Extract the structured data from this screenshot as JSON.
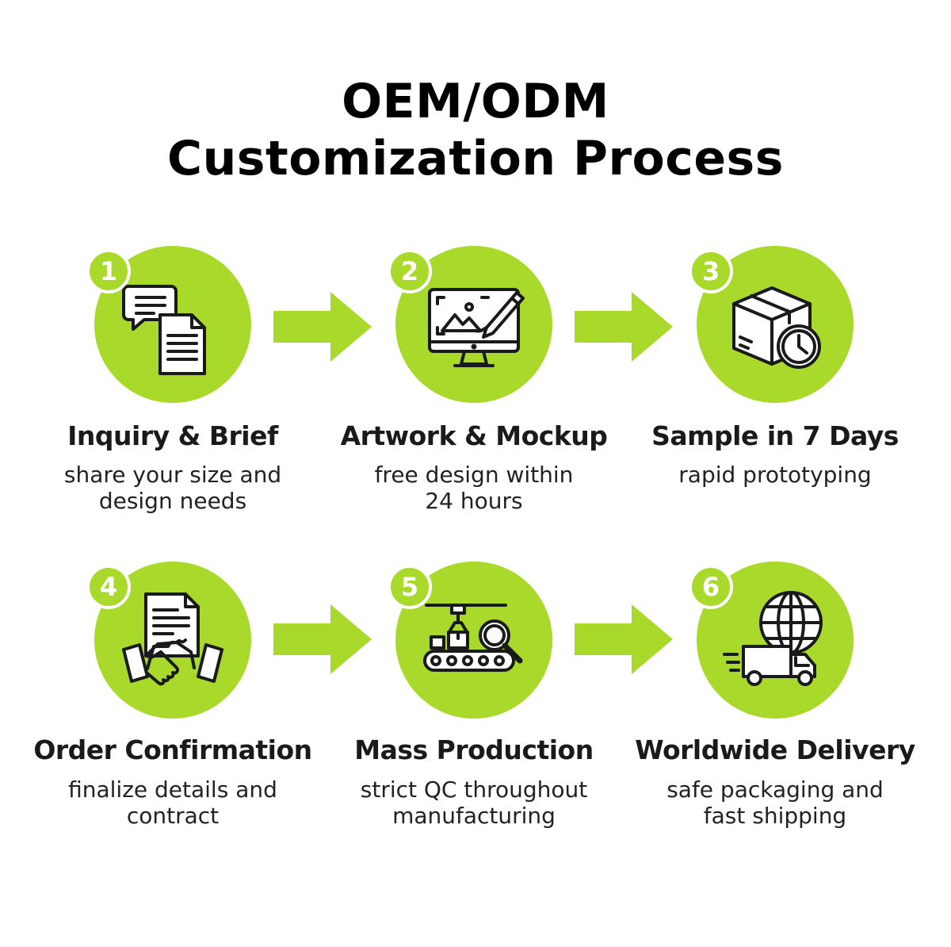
{
  "title_line1": "OEM/ODM",
  "title_line2": "Customization Process",
  "accent_color": "#a9d92b",
  "steps": [
    {
      "number": "1",
      "title": "Inquiry & Brief",
      "desc_line1": "share your size and",
      "desc_line2": "design needs",
      "icon": "chat-document-icon"
    },
    {
      "number": "2",
      "title": "Artwork & Mockup",
      "desc_line1": "free design within",
      "desc_line2": "24 hours",
      "icon": "monitor-design-icon"
    },
    {
      "number": "3",
      "title": "Sample in 7 Days",
      "desc_line1": "rapid prototyping",
      "desc_line2": "",
      "icon": "box-clock-icon"
    },
    {
      "number": "4",
      "title": "Order Confirmation",
      "desc_line1": "finalize details and",
      "desc_line2": "contract",
      "icon": "contract-handshake-icon"
    },
    {
      "number": "5",
      "title": "Mass Production",
      "desc_line1": "strict QC throughout",
      "desc_line2": "manufacturing",
      "icon": "conveyor-inspection-icon"
    },
    {
      "number": "6",
      "title": "Worldwide Delivery",
      "desc_line1": "safe packaging and",
      "desc_line2": "fast shipping",
      "icon": "truck-globe-icon"
    }
  ]
}
